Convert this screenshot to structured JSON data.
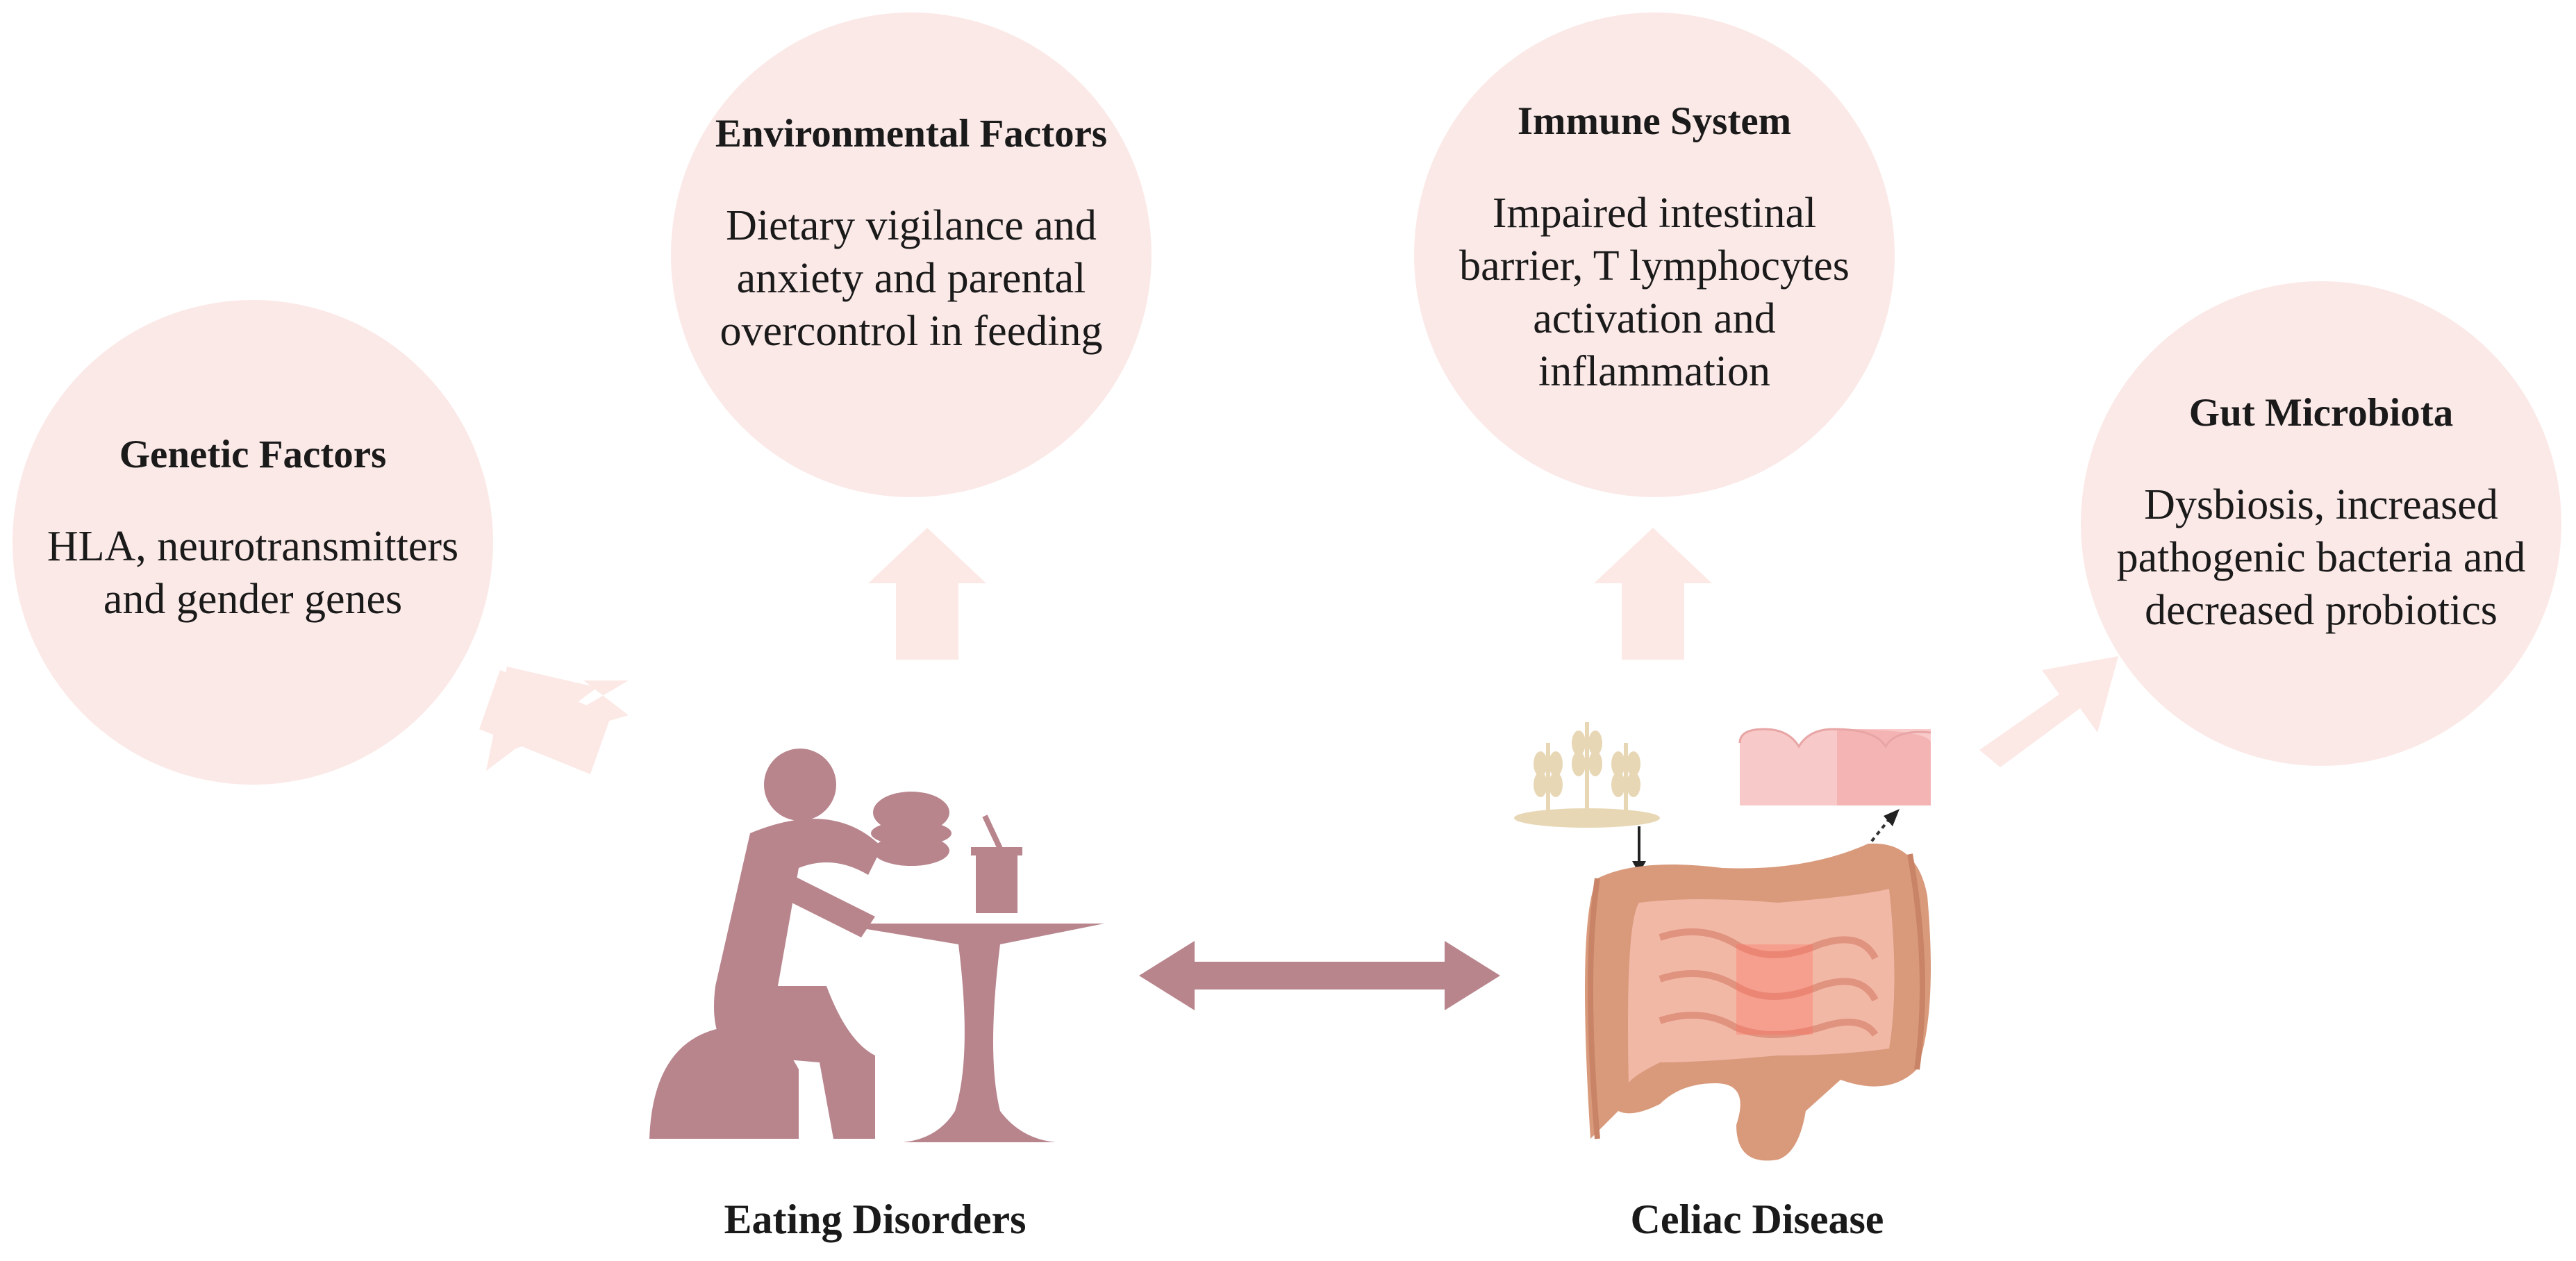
{
  "colors": {
    "circle": "#fbe9e7",
    "arrow_faint": "#fbe6e3",
    "mauve": "#b8858d",
    "wheat": "#e8d7b5"
  },
  "factors": [
    {
      "title": "Genetic Factors",
      "body": [
        "HLA, neurotransmitters",
        "and gender genes"
      ]
    },
    {
      "title": "Environmental Factors",
      "body": [
        "Dietary vigilance and",
        "anxiety and parental",
        "overcontrol in feeding"
      ]
    },
    {
      "title": "Immune System",
      "body": [
        "Impaired intestinal",
        "barrier, T lymphocytes",
        "activation and",
        "inflammation"
      ]
    },
    {
      "title": "Gut Microbiota",
      "body": [
        "Dysbiosis, increased",
        "pathogenic bacteria and",
        "decreased probiotics"
      ]
    }
  ],
  "labels": {
    "eating_disorders": "Eating Disorders",
    "celiac_disease": "Celiac Disease"
  },
  "icons": {
    "person": "person-eating-burger-icon",
    "intestine": "intestine-icon",
    "wheat": "wheat-icon",
    "villi": "intestinal-villi-icon"
  }
}
